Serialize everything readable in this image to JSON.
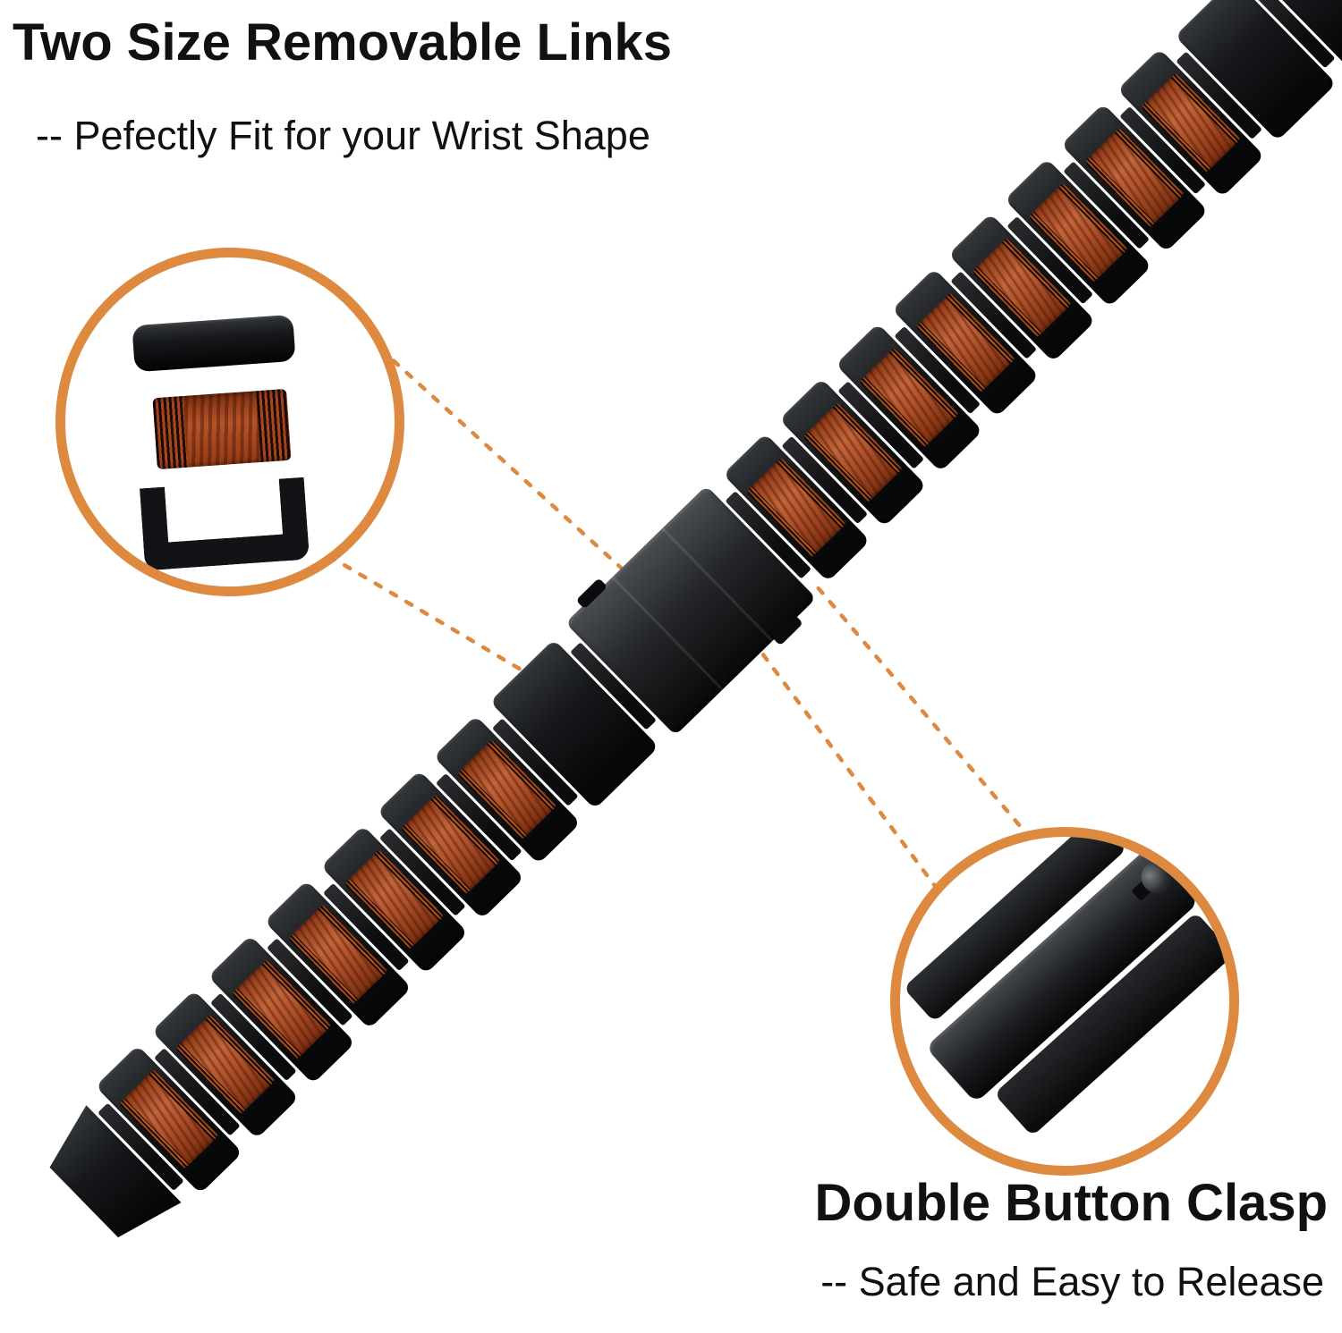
{
  "callouts": {
    "removable_links": {
      "title": "Two Size Removable Links",
      "subtitle": "-- Pefectly Fit for your Wrist Shape"
    },
    "double_button_clasp": {
      "title": "Double Button Clasp",
      "subtitle": "-- Safe and Easy to Release"
    }
  },
  "colors": {
    "accent": "#DE8940",
    "band": "#141518",
    "wood": "#A84A20",
    "bg": "#FFFFFF",
    "text": "#111111"
  },
  "illustrations": {
    "top_circle": "removable-link-exploded-view",
    "bottom_circle": "double-button-clasp-closeup"
  }
}
